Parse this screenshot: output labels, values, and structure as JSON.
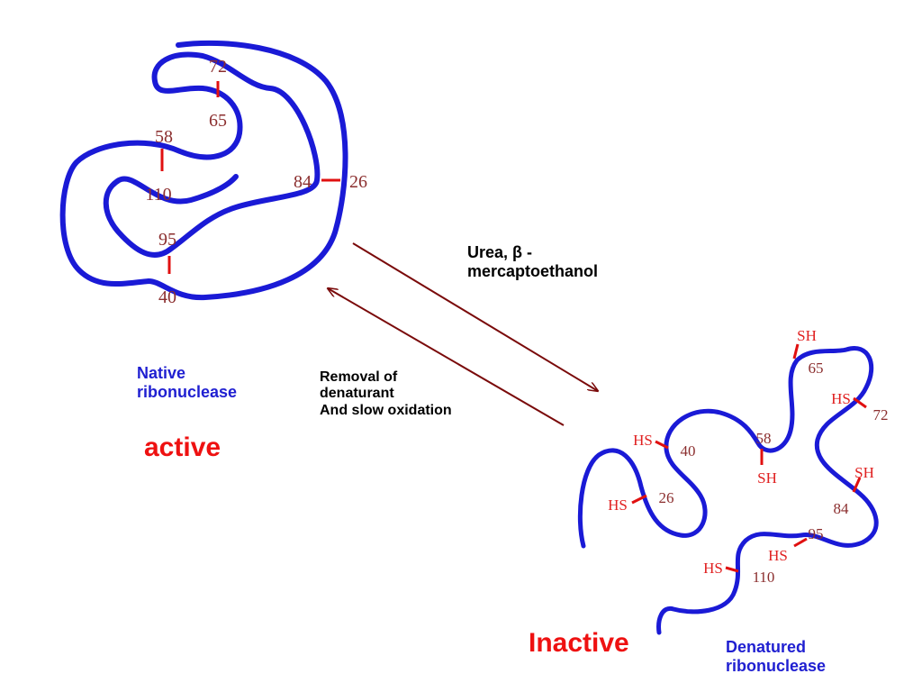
{
  "native": {
    "label_line1": "Native",
    "label_line2": "ribonuclease",
    "activity": "active",
    "residues": {
      "r72": "72",
      "r65": "65",
      "r58": "58",
      "r110": "110",
      "r84": "84",
      "r26": "26",
      "r95": "95",
      "r40": "40"
    }
  },
  "reagents": {
    "forward_line1": "Urea, β -",
    "forward_line2": "mercaptoethanol",
    "reverse_line1": "Removal of",
    "reverse_line2": "denaturant",
    "reverse_line3": "And slow oxidation"
  },
  "denatured": {
    "label_line1": "Denatured",
    "label_line2": "ribonuclease",
    "activity": "Inactive",
    "residues": {
      "r65": "65",
      "r72": "72",
      "r40": "40",
      "r58": "58",
      "r26": "26",
      "r84": "84",
      "r95": "95",
      "r110": "110"
    },
    "groups": {
      "sh65": "SH",
      "hs72": "HS",
      "hs40": "HS",
      "sh58": "SH",
      "hs26": "HS",
      "sh84": "SH",
      "hs95": "HS",
      "hs110": "HS"
    }
  },
  "colors": {
    "chain": "#1a1ad6",
    "bond": "#e01010",
    "residue_text": "#8b2e2e",
    "arrow": "#7a0a0a",
    "label_blue": "#1f1fd1",
    "label_red": "#ee1111"
  }
}
